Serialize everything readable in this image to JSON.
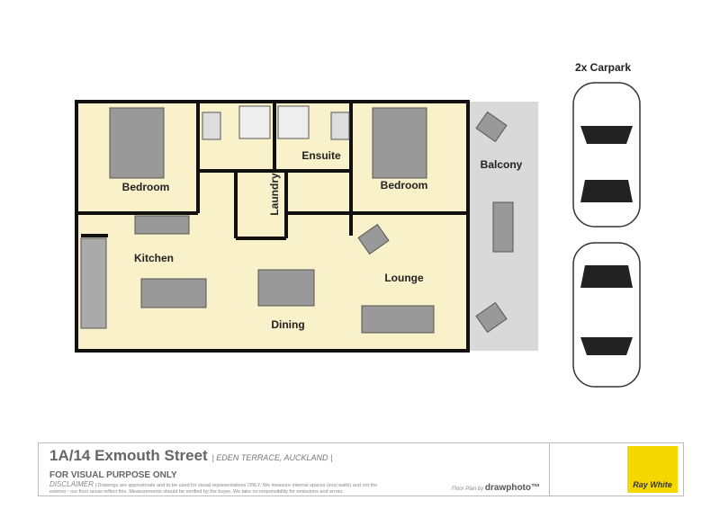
{
  "rooms": {
    "bedroom1": "Bedroom",
    "bedroom2": "Bedroom",
    "ensuite": "Ensuite",
    "laundry": "Laundry",
    "kitchen": "Kitchen",
    "dining": "Dining",
    "lounge": "Lounge",
    "balcony": "Balcony"
  },
  "carpark": "2x Carpark",
  "footer": {
    "address": "1A/14 Exmouth Street",
    "suburb": "| EDEN TERRACE, AUCKLAND |",
    "visual": "FOR VISUAL PURPOSE ONLY",
    "disclaimer_label": "DISCLAIMER",
    "disclaimer": "| Drawings are approximate and to be used for visual representations ONLY. We measure internal spaces (excl walls) and not the exterior - our floor areas reflect this. Measurements should be verified by the buyer. We take no responsibility for omissions and errors.",
    "credit_prefix": "Floor Plan by",
    "credit_brand": "drawphoto™",
    "logo": "Ray White"
  },
  "colors": {
    "floor": "#f8f1c9",
    "balcony": "#d9d9d9",
    "wall": "#111111",
    "logo": "#f5d800"
  }
}
